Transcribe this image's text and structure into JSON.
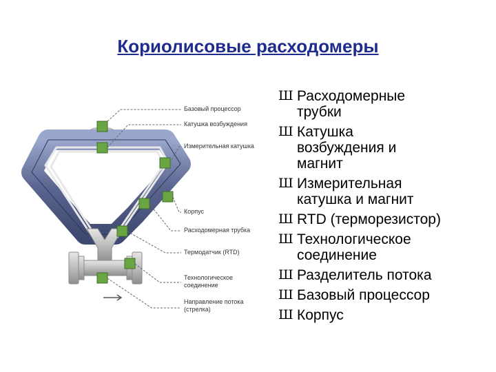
{
  "slide": {
    "title": "Кориолисовые расходомеры",
    "bullet_marker": "Ш",
    "bullets": [
      {
        "lines": [
          "Расходомерные",
          "трубки"
        ]
      },
      {
        "lines": [
          "Катушка",
          "возбуждения и",
          "магнит"
        ]
      },
      {
        "lines": [
          "Измерительная",
          "катушка и магнит"
        ]
      },
      {
        "lines": [
          "RTD (терморезистор)"
        ]
      },
      {
        "lines": [
          "Технологическое",
          "соединение"
        ]
      },
      {
        "lines": [
          "Разделитель потока"
        ]
      },
      {
        "lines": [
          "Базовый процессор"
        ]
      },
      {
        "lines": [
          "Корпус"
        ]
      }
    ]
  },
  "diagram": {
    "callouts": [
      {
        "lines": [
          "Базовый процессор"
        ]
      },
      {
        "lines": [
          "Катушка возбуждения"
        ]
      },
      {
        "lines": [
          "Измерительная катушка"
        ]
      },
      {
        "lines": [
          "Корпус"
        ]
      },
      {
        "lines": [
          "Расходомерная трубка"
        ]
      },
      {
        "lines": [
          "Термодатчик (RTD)"
        ]
      },
      {
        "lines": [
          "Технологическое",
          "соединение"
        ]
      },
      {
        "lines": [
          "Направление потока",
          "(стрелка)"
        ]
      }
    ],
    "colors": {
      "housing": "#4e5a86",
      "housing_light": "#8f9cc4",
      "tube": "#c9c9c9",
      "marker": "#6aa544",
      "leader": "#666666",
      "title": "#1f2c8f"
    }
  }
}
